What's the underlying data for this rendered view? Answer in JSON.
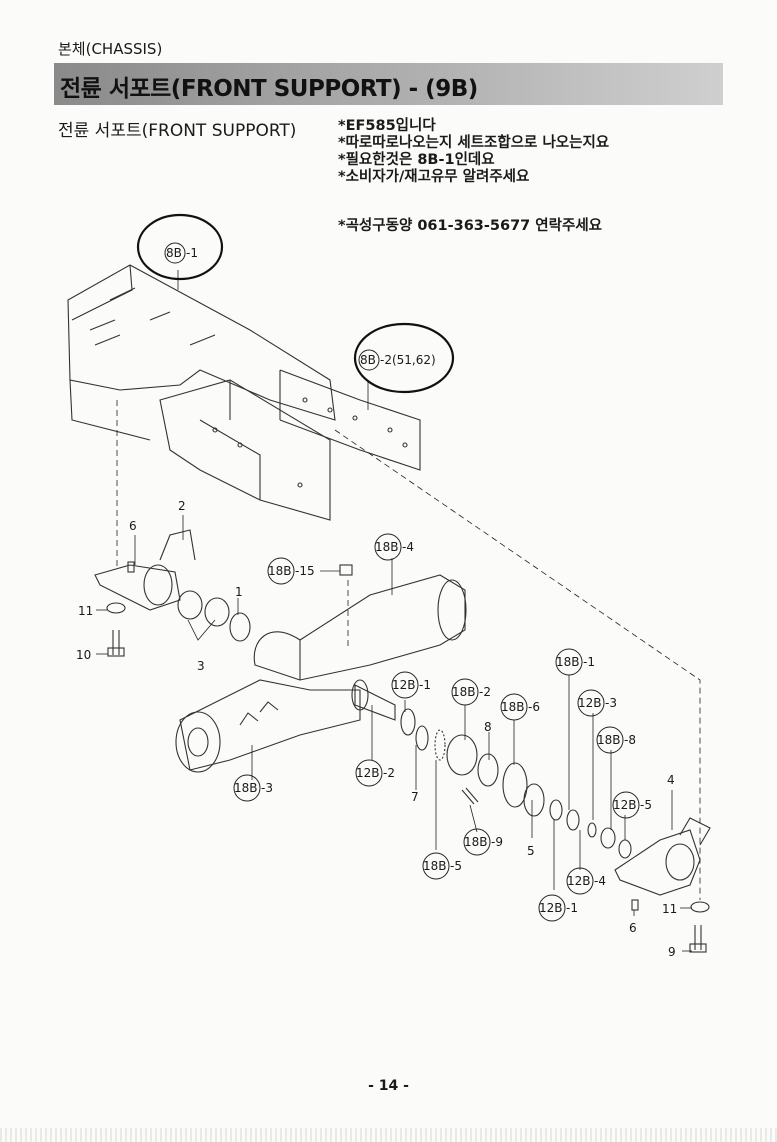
{
  "header": {
    "section": "본체(CHASSIS)",
    "title": "전륜 서포트(FRONT SUPPORT) - (9B)",
    "subtitle": "전륜 서포트(FRONT SUPPORT)"
  },
  "notes": [
    "*EF585입니다",
    "*따로따로나오는지 세트조합으로 나오는지요",
    "*필요한것은 8B-1인데요",
    "*소비자가/재고유무 알려주세요"
  ],
  "contact": "*곡성구동양 061-363-5677 연락주세요",
  "callouts": {
    "frame": {
      "ref": "8B",
      "suffix": "-1"
    },
    "rail": {
      "ref": "8B",
      "suffix": "-2(51,62)"
    },
    "plug": {
      "ref": "18B",
      "suffix": "-15"
    },
    "housing": {
      "ref": "18B",
      "suffix": "-4"
    },
    "axle_case": {
      "ref": "18B",
      "suffix": "-3"
    },
    "seal_a": {
      "ref": "12B",
      "suffix": "-1"
    },
    "oring_a": {
      "ref": "12B",
      "suffix": "-2"
    },
    "retainer": {
      "ref": "18B",
      "suffix": "-2"
    },
    "ring_6": {
      "ref": "18B",
      "suffix": "-6"
    },
    "bolt_9": {
      "ref": "18B",
      "suffix": "-9"
    },
    "gasket": {
      "ref": "18B",
      "suffix": "-5"
    },
    "bearing_1": {
      "ref": "18B",
      "suffix": "-1"
    },
    "seal_3": {
      "ref": "12B",
      "suffix": "-3"
    },
    "bush_8": {
      "ref": "18B",
      "suffix": "-8"
    },
    "seal_5": {
      "ref": "12B",
      "suffix": "-5"
    },
    "seal_4": {
      "ref": "12B",
      "suffix": "-4"
    },
    "seal_1b": {
      "ref": "12B",
      "suffix": "-1"
    }
  },
  "parts": {
    "p1": "1",
    "p2": "2",
    "p3": "3",
    "p4": "4",
    "p5": "5",
    "p6a": "6",
    "p6b": "6",
    "p7": "7",
    "p8": "8",
    "p9": "9",
    "p10": "10",
    "p11a": "11",
    "p11b": "11"
  },
  "page_number": "- 14 -"
}
